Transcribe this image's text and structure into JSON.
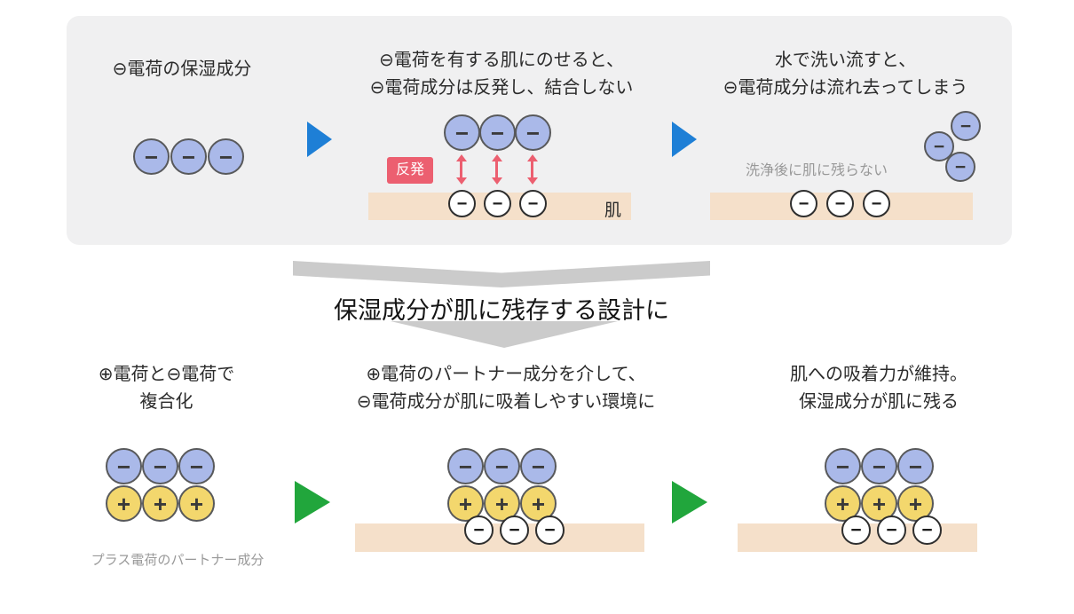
{
  "top": {
    "panel1": {
      "title": "⊖電荷の保湿成分"
    },
    "panel2": {
      "title_line1": "⊖電荷を有する肌にのせると、",
      "title_line2": "⊖電荷成分は反発し、結合しない",
      "repel_label": "反発",
      "skin_label": "肌"
    },
    "panel3": {
      "title_line1": "水で洗い流すと、",
      "title_line2": "⊖電荷成分は流れ去ってしまう",
      "note": "洗浄後に肌に残らない"
    }
  },
  "transition": {
    "label": "保湿成分が肌に残存する設計に"
  },
  "bottom": {
    "panel1": {
      "title_line1": "⊕電荷と⊖電荷で",
      "title_line2": "複合化",
      "note": "プラス電荷のパートナー成分"
    },
    "panel2": {
      "title_line1": "⊕電荷のパートナー成分を介して、",
      "title_line2": "⊖電荷成分が肌に吸着しやすい環境に"
    },
    "panel3": {
      "title_line1": "肌への吸着力が維持。",
      "title_line2": "保湿成分が肌に残る"
    }
  },
  "symbols": {
    "minus": "−",
    "plus": "+"
  },
  "colors": {
    "panel_background": "#f0f0f1",
    "negative_circle": "#aab9e9",
    "positive_circle": "#f3d76d",
    "skin_bar": "#f5e0ca",
    "flow_arrow_top": "#1e7fd6",
    "flow_arrow_bottom": "#21a63c",
    "repulsion_red": "#ec5f70",
    "transition_gray": "#cbcbcb"
  }
}
